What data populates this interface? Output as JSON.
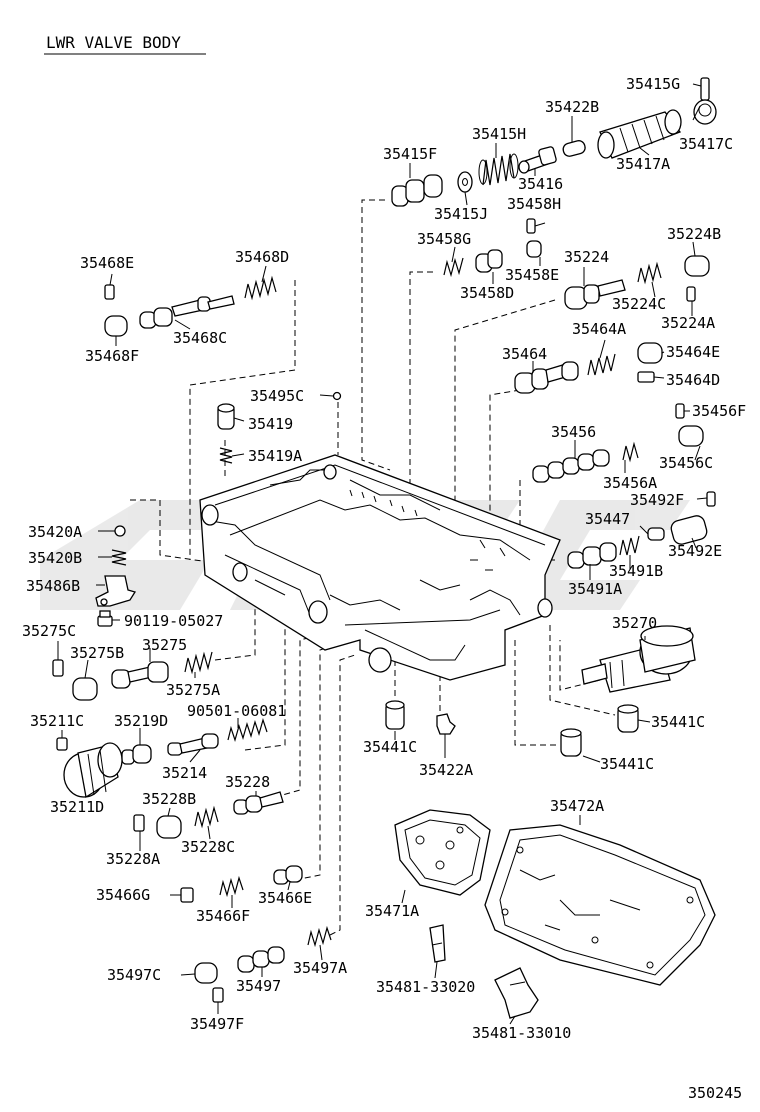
{
  "title": "LWR VALVE BODY",
  "figure_number": "350245",
  "watermark_color": "#d8d8d8",
  "line_color": "#000000",
  "labels": {
    "p35415G": "35415G",
    "p35422B": "35422B",
    "p35415H": "35415H",
    "p35415F": "35415F",
    "p35417C": "35417C",
    "p35417A": "35417A",
    "p35416": "35416",
    "p35415J": "35415J",
    "p35458H": "35458H",
    "p35458G": "35458G",
    "p35224": "35224",
    "p35224B": "35224B",
    "p35458E": "35458E",
    "p35458D": "35458D",
    "p35224C": "35224C",
    "p35224A": "35224A",
    "p35468E": "35468E",
    "p35468D": "35468D",
    "p35468C": "35468C",
    "p35468F": "35468F",
    "p35464A": "35464A",
    "p35464": "35464",
    "p35464E": "35464E",
    "p35464D": "35464D",
    "p35495C": "35495C",
    "p35419": "35419",
    "p35419A": "35419A",
    "p35456F": "35456F",
    "p35456": "35456",
    "p35456C": "35456C",
    "p35456A": "35456A",
    "p35492F": "35492F",
    "p35447": "35447",
    "p35492E": "35492E",
    "p35491B": "35491B",
    "p35491A": "35491A",
    "p35420A": "35420A",
    "p35420B": "35420B",
    "p35486B": "35486B",
    "p90119": "90119-05027",
    "p35275C": "35275C",
    "p35275": "35275",
    "p35275B": "35275B",
    "p35275A": "35275A",
    "p35270": "35270",
    "p90501": "90501-06081",
    "p35211C": "35211C",
    "p35219D": "35219D",
    "p35214": "35214",
    "p35211D": "35211D",
    "p35228": "35228",
    "p35228B": "35228B",
    "p35228A": "35228A",
    "p35228C": "35228C",
    "p35441C_1": "35441C",
    "p35422A": "35422A",
    "p35441C_2": "35441C",
    "p35441C_3": "35441C",
    "p35472A": "35472A",
    "p35466G": "35466G",
    "p35466F": "35466F",
    "p35466E": "35466E",
    "p35471A": "35471A",
    "p35497C": "35497C",
    "p35497": "35497",
    "p35497A": "35497A",
    "p35497F": "35497F",
    "p35481_33020": "35481-33020",
    "p35481_33010": "35481-33010"
  }
}
